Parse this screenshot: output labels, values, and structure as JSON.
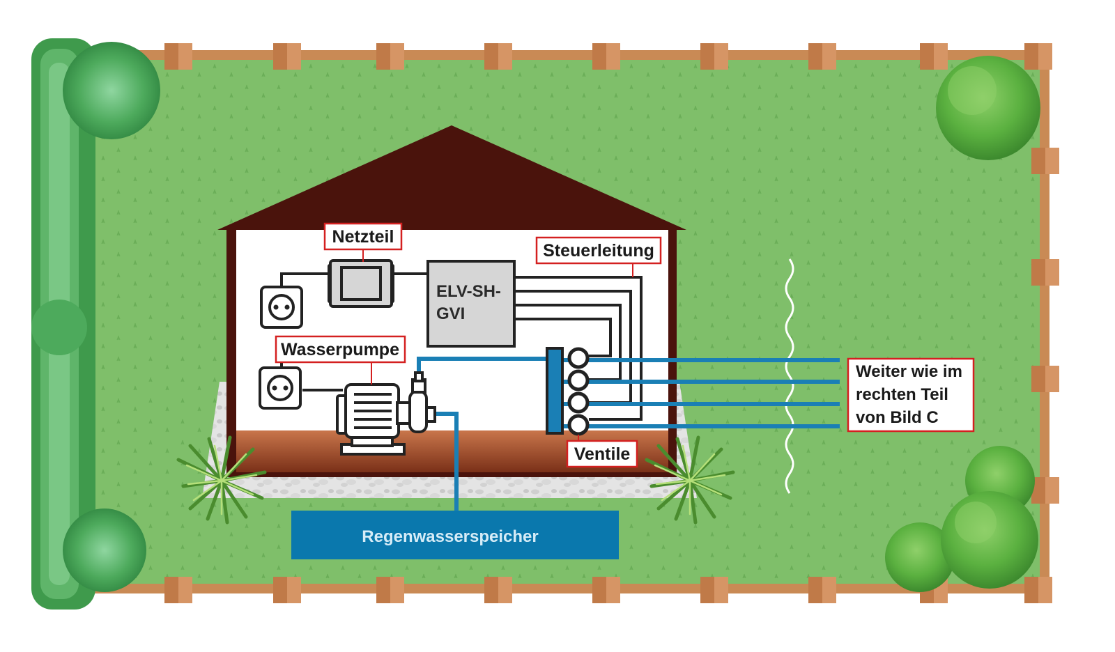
{
  "labels": {
    "netzteil": "Netzteil",
    "steuerleitung": "Steuerleitung",
    "wasserpumpe": "Wasserpumpe",
    "ventile": "Ventile",
    "controller_line1": "ELV-SH-",
    "controller_line2": "GVI",
    "tank": "Regenwasserspeicher",
    "note_line1": "Weiter wie im",
    "note_line2": "rechten Teil",
    "note_line3": "von Bild C"
  },
  "colors": {
    "lawn": "#7fbf6a",
    "fence": "#c98a55",
    "roof": "#4a130c",
    "wall": "#ffffff",
    "floor": "#c0704a",
    "water_pipe": "#1a7fb5",
    "tank": "#0a78ad",
    "label_border": "#d42020",
    "control_box": "#d6d6d6",
    "hedge": "#3f9a4c",
    "tree": "#4da63a"
  },
  "icons": [
    "socket-icon",
    "power-supply-icon",
    "pump-icon",
    "valve-icon",
    "tree-icon",
    "hedge-icon",
    "palm-plant-icon"
  ]
}
